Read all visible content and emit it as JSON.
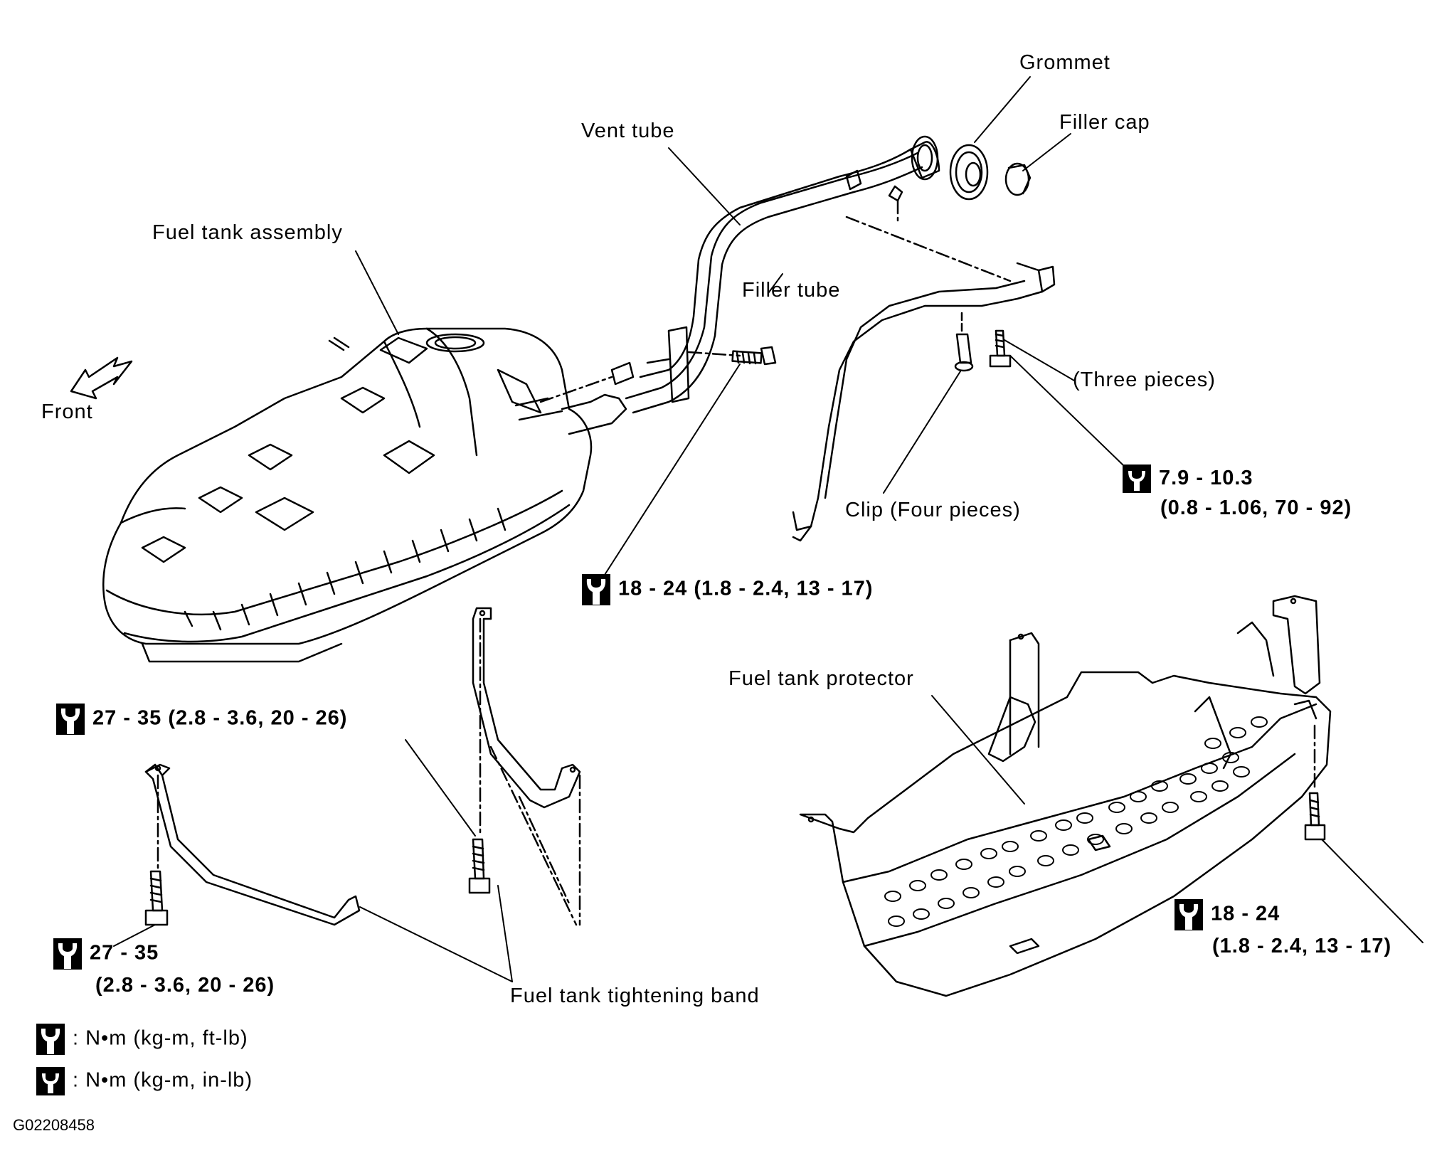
{
  "labels": {
    "grommet": "Grommet",
    "filler_cap": "Filler cap",
    "vent_tube": "Vent tube",
    "fuel_tank_assembly": "Fuel tank assembly",
    "filler_tube": "Filler tube",
    "three_pieces": "(Three pieces)",
    "front": "Front",
    "clip": "Clip (Four pieces)",
    "fuel_tank_protector": "Fuel tank protector",
    "tightening_band": "Fuel tank tightening band"
  },
  "torques": {
    "t_filler_clip_line1": "7.9 - 10.3",
    "t_filler_clip_line2": "(0.8 - 1.06, 70 - 92)",
    "t_filler_bolt": "18 - 24 (1.8 - 2.4, 13 - 17)",
    "t_band_upper": "27 - 35 (2.8 - 3.6, 20 - 26)",
    "t_band_lower_line1": "27 - 35",
    "t_band_lower_line2": "(2.8 - 3.6, 20 - 26)",
    "t_protector_line1": "18 - 24",
    "t_protector_line2": "(1.8 - 2.4, 13 - 17)"
  },
  "legend": {
    "open_wrench": ": N•m (kg-m, ft-lb)",
    "filled_wrench": ": N•m (kg-m, in-lb)"
  },
  "figure_code": "G02208458",
  "icons": [
    "open-wrench-icon",
    "filled-wrench-icon",
    "front-arrow-icon"
  ]
}
